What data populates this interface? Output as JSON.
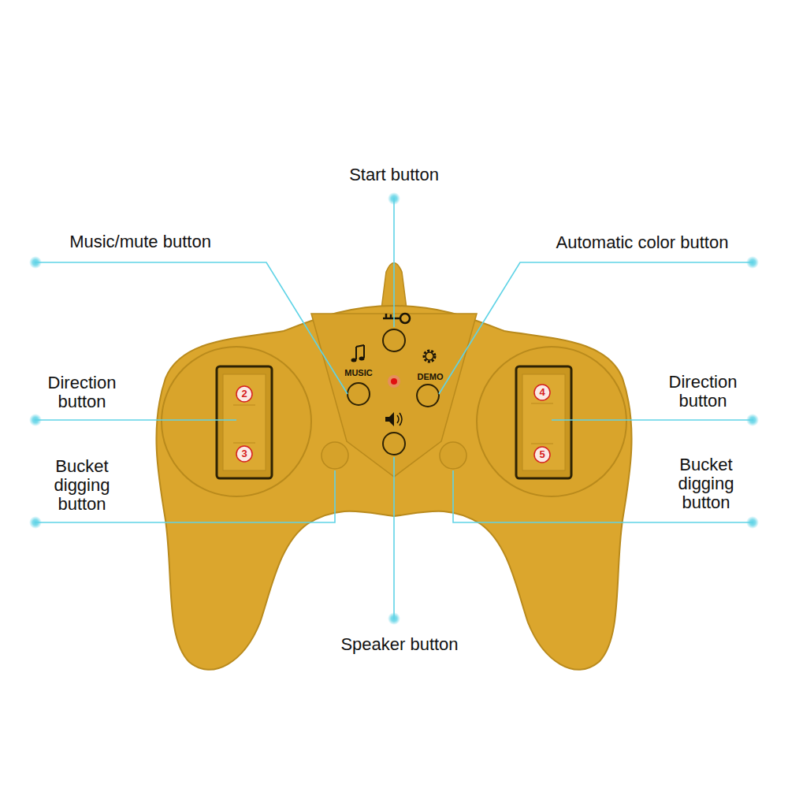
{
  "diagram": {
    "labels": [
      "Start button",
      "Music/mute button",
      "Automatic color button",
      "Direction button",
      "Direction button",
      "Bucket digging button",
      "Bucket digging button",
      "Speaker button",
      "MUSIC",
      "DEMO",
      "2",
      "3",
      "4",
      "5"
    ]
  }
}
